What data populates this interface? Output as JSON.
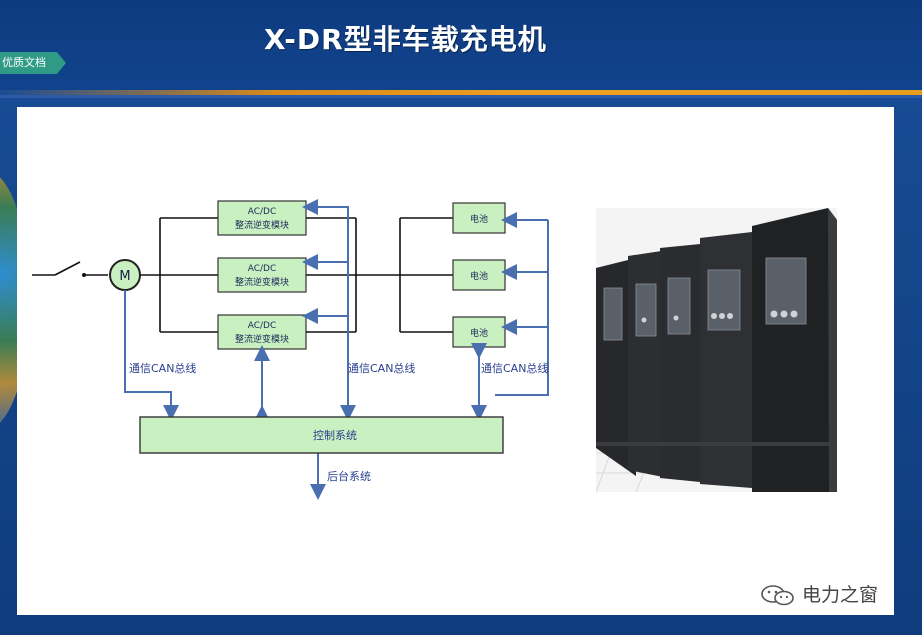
{
  "slide": {
    "title": "X-DR型非车载充电机",
    "corner_tag": "优质文档"
  },
  "diagram": {
    "motor_label": "M",
    "converter_modules": [
      {
        "line1": "AC/DC",
        "line2": "整流逆变模块"
      },
      {
        "line1": "AC/DC",
        "line2": "整流逆变模块"
      },
      {
        "line1": "AC/DC",
        "line2": "整流逆变模块"
      }
    ],
    "battery_modules": [
      "电池",
      "电池",
      "电池"
    ],
    "can_label_left": "通信CAN总线",
    "can_label_mid": "通信CAN总线",
    "can_label_right": "通信CAN总线",
    "control_system": "控制系统",
    "backend_system": "后台系统"
  },
  "watermark": {
    "text": "电力之窗",
    "icon": "wechat-icon"
  },
  "colors": {
    "header_blue": "#0e3b80",
    "accent_orange": "#f0a020",
    "block_green": "#c8f0c0",
    "arrow_blue": "#4a6fb0",
    "tag_teal": "#2f9a86"
  }
}
